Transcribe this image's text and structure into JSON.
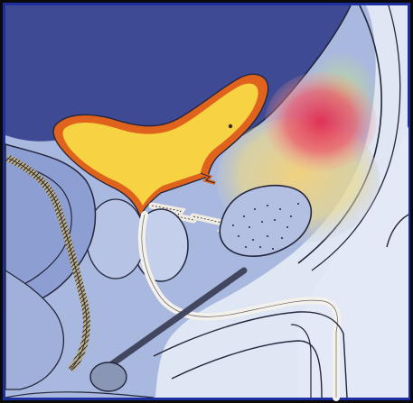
{
  "figure": {
    "colors": {
      "frame": "#0a0a0a",
      "border": "#1d2f9e",
      "background": "#dfe6f4",
      "cavity": "#3f4a95",
      "tissue": "#a9b8df",
      "tissue_light": "#c4cfeb",
      "tissue_dark": "#8d9fd2",
      "outline": "#24263c",
      "bladder_fill": "#f7d243",
      "bladder_wall": "#e0631d",
      "lesion": "#e2284f",
      "lesion_halo": "#f08a7a",
      "gland": "#b3c0e2",
      "urethra": "#f4f1ea",
      "ligament": "#f1ece2",
      "rectum_ridge": "#b9ad8c",
      "pubic_bone": "#7a87a6",
      "bulb_tip": "#8a96b6"
    },
    "structures": [
      "pelvic-cavity",
      "bladder",
      "bladder-wall",
      "bladder-neck-tear",
      "prostatic-ligament",
      "seminal-vesicle",
      "hematoma",
      "prostate",
      "urethra",
      "perineal-membrane",
      "rectum",
      "pubic-symphysis",
      "penile-shaft",
      "bulb"
    ]
  }
}
